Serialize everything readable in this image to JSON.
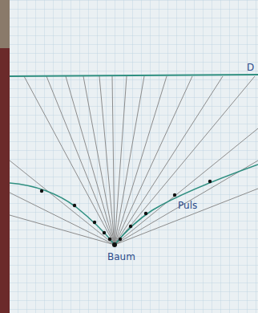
{
  "diagram": {
    "labels": [
      "D",
      "Puls",
      "Baum"
    ]
  }
}
